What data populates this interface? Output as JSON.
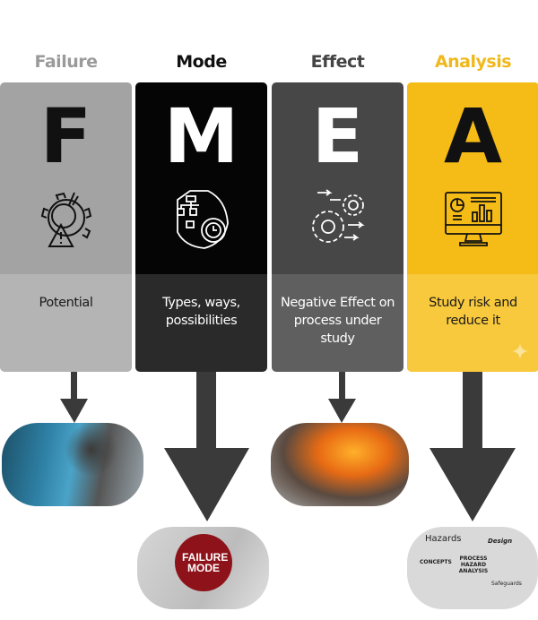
{
  "columns": [
    {
      "header": "Failure",
      "letter": "F",
      "description": "Potential",
      "icon": "gear-warning-icon",
      "header_color": "#9a9a9a",
      "card_top": "#a3a3a3",
      "card_bottom": "#b4b4b4",
      "letter_color": "#111111",
      "text_color": "#1a1a1a"
    },
    {
      "header": "Mode",
      "letter": "M",
      "description": "Types, ways, possibilities",
      "icon": "flowchart-gear-icon",
      "header_color": "#111111",
      "card_top": "#050505",
      "card_bottom": "#2a2a2a",
      "letter_color": "#ffffff",
      "text_color": "#ffffff"
    },
    {
      "header": "Effect",
      "letter": "E",
      "description": "Negative Effect on process under study",
      "icon": "gears-arrows-icon",
      "header_color": "#444444",
      "card_top": "#474747",
      "card_bottom": "#5f5f5f",
      "letter_color": "#ffffff",
      "text_color": "#ffffff"
    },
    {
      "header": "Analysis",
      "letter": "A",
      "description": "Study risk and reduce it",
      "icon": "monitor-chart-icon",
      "header_color": "#f0b81c",
      "card_top": "#f5bb16",
      "card_bottom": "#f8c93c",
      "letter_color": "#111111",
      "text_color": "#1a1a1a"
    }
  ],
  "photos": {
    "mode_photo_text": "FAILURE MODE",
    "analysis_photo_words": [
      "Hazards",
      "Design",
      "CONCEPTS",
      "PROCESS HAZARD ANALYSIS",
      "Safeguards"
    ]
  },
  "arrow_color": "#3a3a3a"
}
